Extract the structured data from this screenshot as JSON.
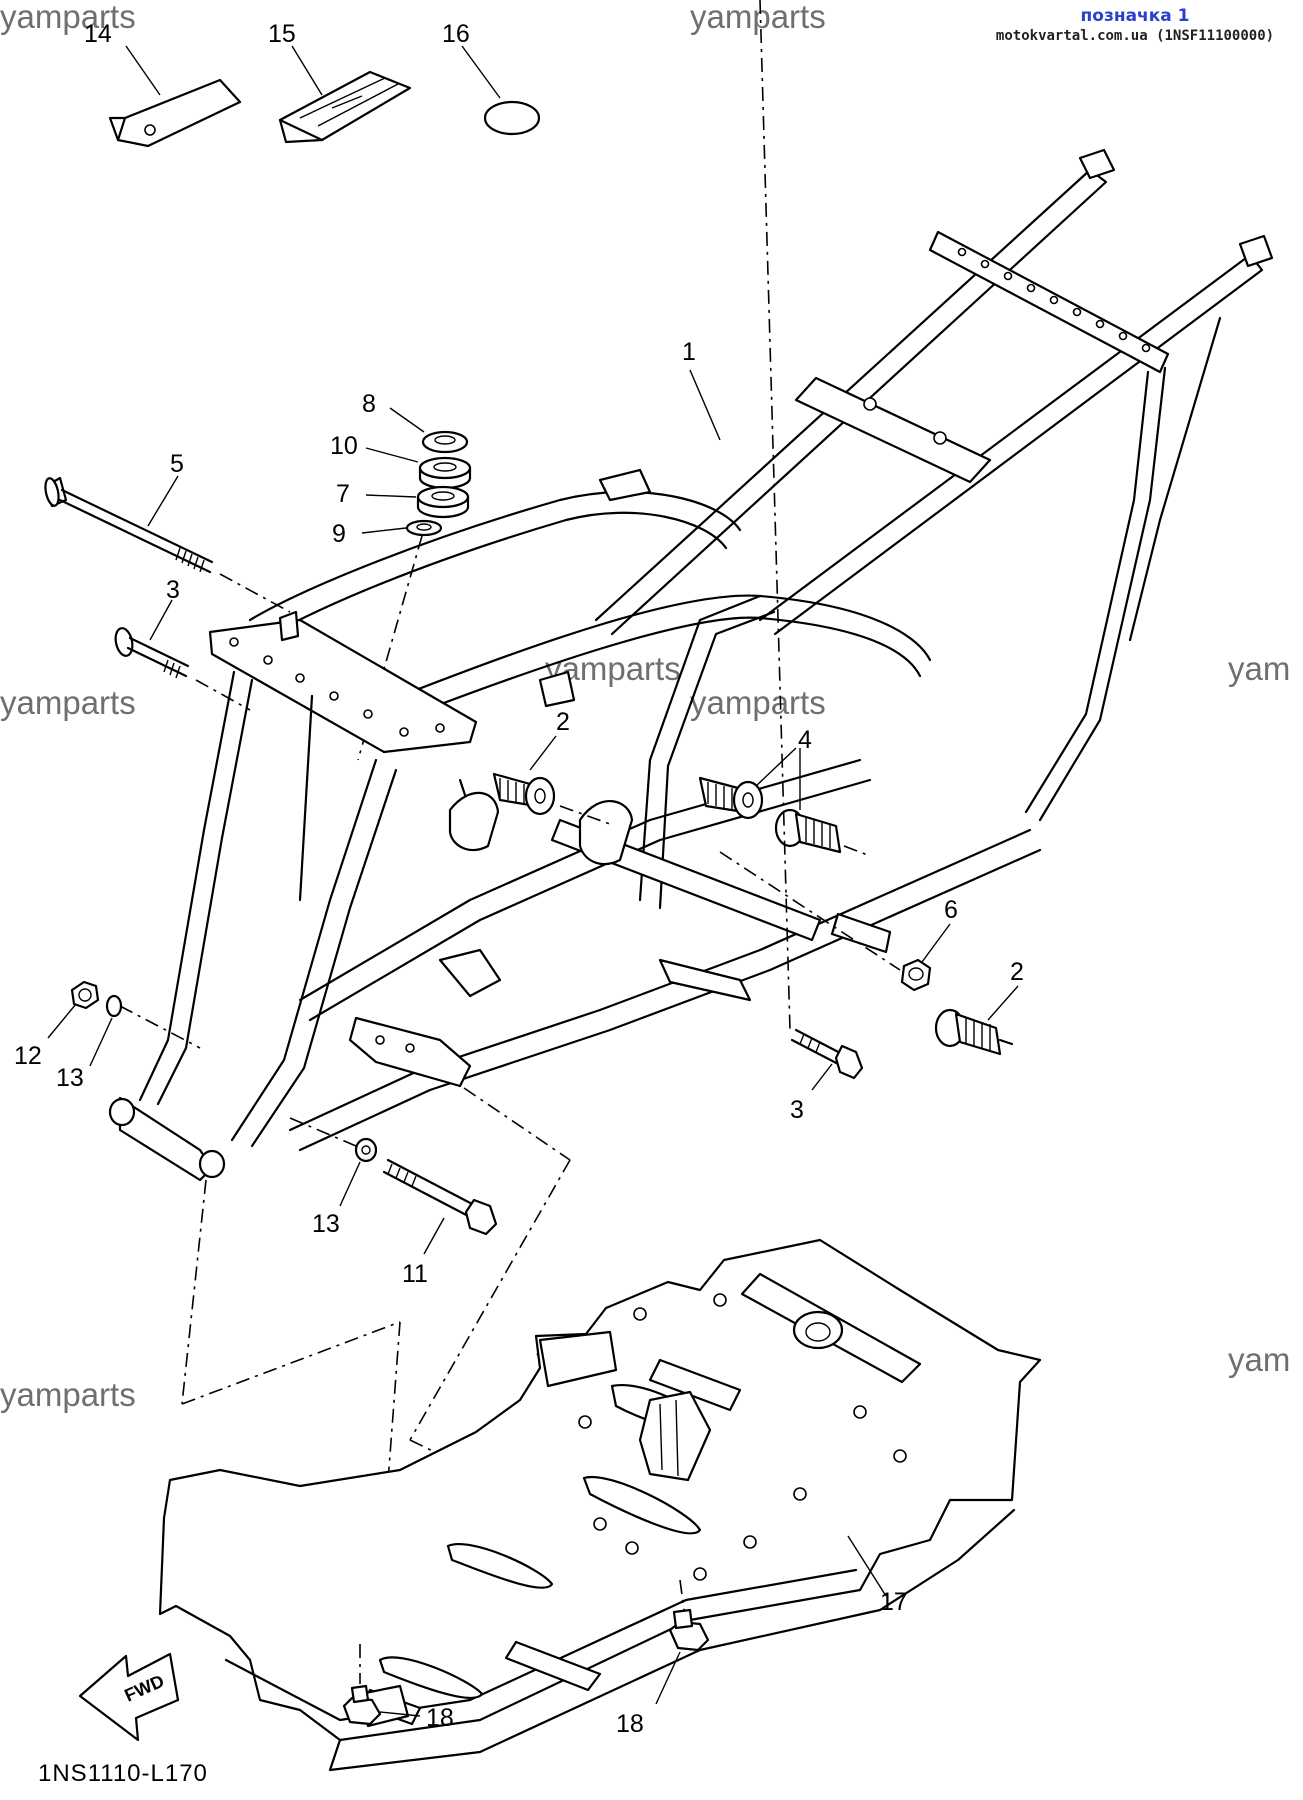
{
  "header": {
    "title": "позначка 1",
    "subtitle": "motokvartal.com.ua (1NSF11100000)"
  },
  "watermark": "yamparts",
  "watermark_partial": "yam",
  "diagram_code": "1NS1110-L170",
  "fwd_label": "FWD",
  "callouts": {
    "c1": "1",
    "c2a": "2",
    "c2b": "2",
    "c3a": "3",
    "c3b": "3",
    "c4": "4",
    "c5": "5",
    "c6": "6",
    "c7": "7",
    "c8": "8",
    "c9": "9",
    "c10": "10",
    "c11": "11",
    "c12": "12",
    "c13a": "13",
    "c13b": "13",
    "c14": "14",
    "c15": "15",
    "c16": "16",
    "c17": "17",
    "c18a": "18",
    "c18b": "18"
  }
}
